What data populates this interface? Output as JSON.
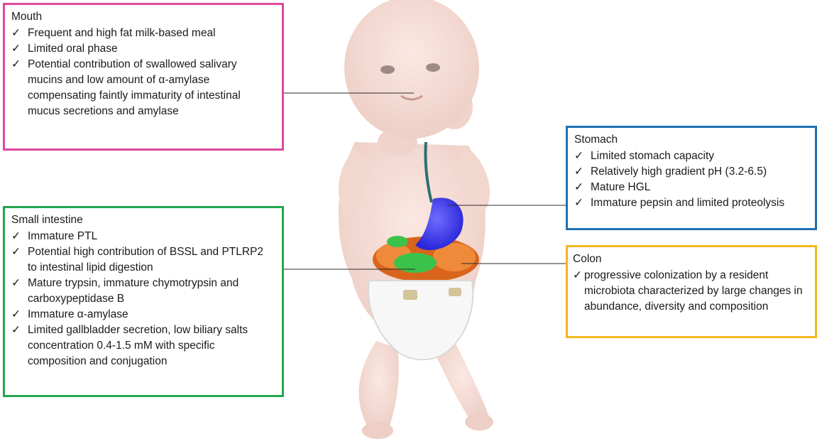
{
  "colors": {
    "mouth": "#e0489c",
    "stomach": "#1f6fb2",
    "small_intestine": "#22a84f",
    "colon": "#f0b81e"
  },
  "check_mark": "✓",
  "mouth": {
    "title": "Mouth",
    "items": [
      "Frequent and high fat milk-based meal",
      "Limited oral phase",
      "Potential contribution of swallowed salivary mucins and low amount of α-amylase compensating faintly immaturity of intestinal mucus secretions and amylase"
    ]
  },
  "stomach": {
    "title": "Stomach",
    "items": [
      "Limited stomach capacity",
      "Relatively high gradient pH (3.2-6.5)",
      "Mature HGL",
      "Immature pepsin and limited proteolysis"
    ]
  },
  "small_intestine": {
    "title": "Small intestine",
    "items": [
      "Immature PTL",
      "Potential high contribution of BSSL and PTLRP2 to intestinal lipid digestion",
      "Mature trypsin, immature chymotrypsin and carboxypeptidase B",
      "Immature α-amylase",
      "Limited gallbladder secretion, low biliary salts concentration 0.4-1.5 mM with specific composition and conjugation"
    ]
  },
  "colon": {
    "title": "Colon",
    "items": [
      "progressive colonization by a resident microbiota characterized by large changes  in  abundance, diversity and composition"
    ]
  }
}
